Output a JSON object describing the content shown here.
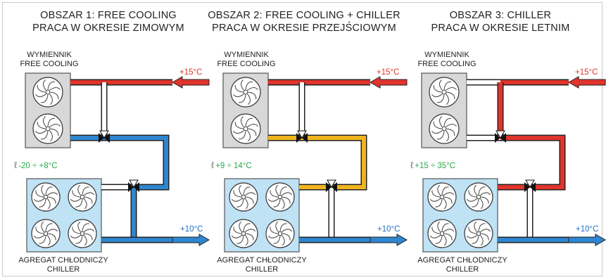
{
  "panels": [
    {
      "title_line1": "OBSZAR 1: FREE COOLING",
      "title_line2": "PRACA W OKRESIE ZIMOWYM",
      "exchanger_line1": "WYMIENNIK",
      "exchanger_line2": "FREE COOLING",
      "inlet_temp": "+15°C",
      "outlet_temp": "+10°C",
      "ambient_range": "-20 ÷ +8°C",
      "chiller_line1": "AGREGAT CHŁODNICZY",
      "chiller_line2": "CHILLER"
    },
    {
      "title_line1": "OBSZAR 2: FREE COOLING + CHILLER",
      "title_line2": "PRACA W OKRESIE PRZEJŚCIOWYM",
      "exchanger_line1": "WYMIENNIK",
      "exchanger_line2": "FREE COOLING",
      "inlet_temp": "+15°C",
      "outlet_temp": "+10°C",
      "ambient_range": "+9 ÷ 14°C",
      "chiller_line1": "AGREGAT CHŁODNICZY",
      "chiller_line2": "CHILLER"
    },
    {
      "title_line1": "OBSZAR 3: CHILLER",
      "title_line2": "PRACA W OKRESIE LETNIM",
      "exchanger_line1": "WYMIENNIK",
      "exchanger_line2": "FREE COOLING",
      "inlet_temp": "+15°C",
      "outlet_temp": "+10°C",
      "ambient_range": "+15 ÷ 35°C",
      "chiller_line1": "AGREGAT CHŁODNICZY",
      "chiller_line2": "CHILLER"
    }
  ],
  "colors": {
    "hot": "#e0342c",
    "cold": "#2f86d0",
    "mid": "#f0b41c",
    "unit_exchanger": "#d8d8d8",
    "unit_chiller": "#bfe2f5",
    "ambient_text": "#2aa84a"
  }
}
